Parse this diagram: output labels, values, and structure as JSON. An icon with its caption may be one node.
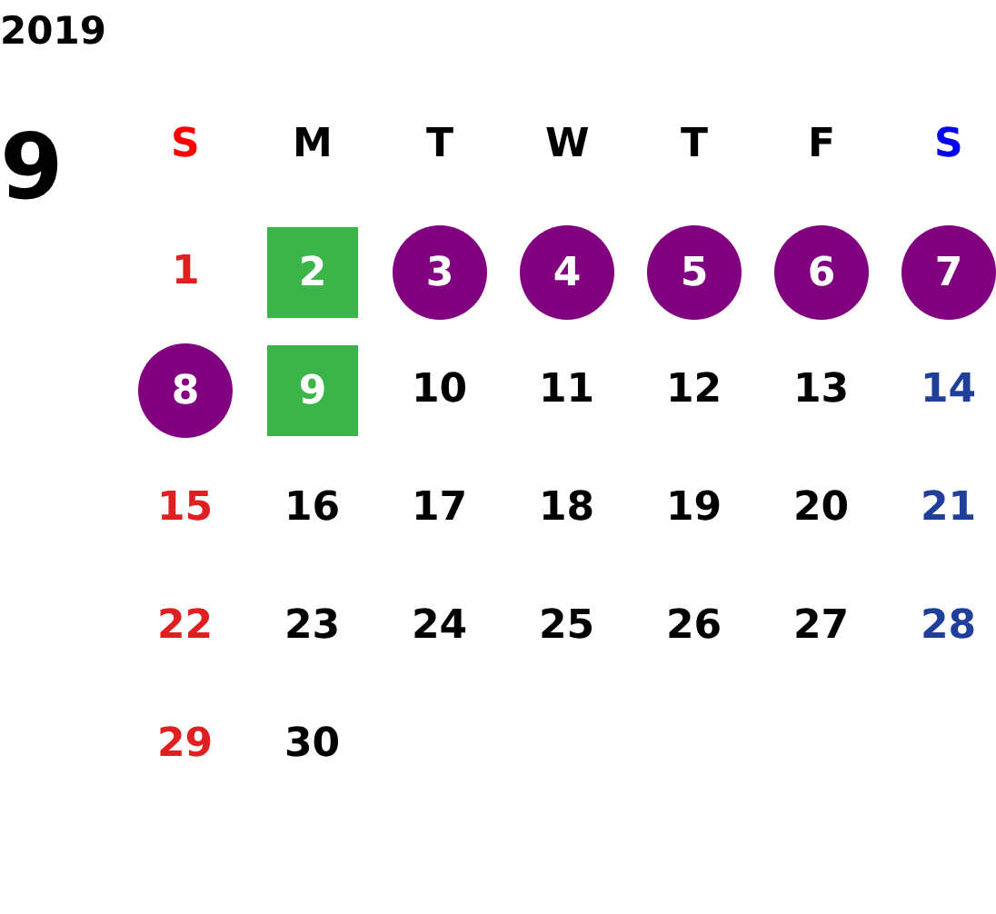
{
  "diagram": {
    "title": "2019",
    "nodes": [
      {
        "text": [
          "2"
        ]
      },
      {
        "text": [
          "3"
        ]
      },
      {
        "text": [
          "4"
        ]
      },
      {
        "text": [
          "5"
        ]
      },
      {
        "text": [
          "6"
        ]
      },
      {
        "text": [
          "7"
        ]
      },
      {
        "text": [
          "8"
        ]
      },
      {
        "text": [
          "9"
        ]
      }
    ],
    "labels": [
      "9",
      "S",
      "M",
      "T",
      "W",
      "T",
      "F",
      "S",
      "1",
      "10",
      "11",
      "12",
      "13",
      "14",
      "15",
      "16",
      "17",
      "18",
      "19",
      "20",
      "21",
      "22",
      "23",
      "24",
      "25",
      "26",
      "27",
      "28",
      "29",
      "30"
    ]
  }
}
